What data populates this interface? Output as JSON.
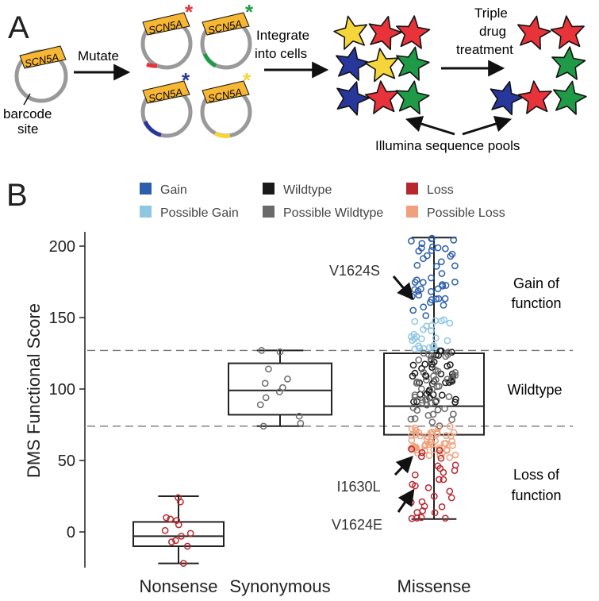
{
  "panel_a": {
    "label": "A",
    "gene": "SCN5A",
    "barcode_label_line1": "barcode",
    "barcode_label_line2": "site",
    "step_mutate": "Mutate",
    "step_integrate_line1": "Integrate",
    "step_integrate_line2": "into cells",
    "step_drug_line1": "Triple",
    "step_drug_line2": "drug",
    "step_drug_line3": "treatment",
    "sequence_pools": "Illumina sequence pools",
    "variant_colors": [
      "#e8333a",
      "#1f9b48",
      "#27379b",
      "#f6d53a"
    ],
    "plasmid_color": "#999999",
    "gene_box_color": "#f7b735"
  },
  "panel_b": {
    "label": "B",
    "legend": [
      {
        "label": "Gain",
        "color": "#2b5eab"
      },
      {
        "label": "Wildtype",
        "color": "#1a1a1a"
      },
      {
        "label": "Loss",
        "color": "#b8272d"
      },
      {
        "label": "Possible Gain",
        "color": "#8fc6e2"
      },
      {
        "label": "Possible Wildtype",
        "color": "#6a6a6a"
      },
      {
        "label": "Possible Loss",
        "color": "#f0a07c"
      }
    ],
    "region_labels": {
      "gain_line1": "Gain of",
      "gain_line2": "function",
      "wildtype": "Wildtype",
      "loss_line1": "Loss of",
      "loss_line2": "function"
    },
    "annotations": [
      "V1624S",
      "I1630L",
      "V1624E"
    ]
  },
  "chart_data": {
    "type": "box",
    "ylabel": "DMS Functional Score",
    "yticks": [
      0,
      50,
      100,
      150,
      200
    ],
    "ylim": [
      -25,
      210
    ],
    "thresholds": [
      74,
      127
    ],
    "categories": [
      "Nonsense",
      "Synonymous",
      "Missense"
    ],
    "boxes": [
      {
        "category": "Nonsense",
        "whisker_low": -22,
        "q1": -10,
        "median": -3,
        "q3": 7,
        "whisker_high": 25
      },
      {
        "category": "Synonymous",
        "whisker_low": 74,
        "q1": 82,
        "median": 99,
        "q3": 118,
        "whisker_high": 127
      },
      {
        "category": "Missense",
        "whisker_low": 9,
        "q1": 68,
        "median": 88,
        "q3": 125,
        "whisker_high": 206
      }
    ],
    "points": {
      "Nonsense": [
        24,
        21,
        10,
        9,
        8,
        5,
        1,
        -1,
        -3,
        -6,
        -7,
        -10,
        -22
      ],
      "Synonymous": [
        127,
        126,
        114,
        107,
        104,
        101,
        98,
        94,
        89,
        81,
        76,
        74
      ]
    },
    "missense_groups": [
      {
        "name": "Gain",
        "range": [
          150,
          206
        ],
        "count": 44
      },
      {
        "name": "Possible Gain",
        "range": [
          127,
          150
        ],
        "count": 26
      },
      {
        "name": "Wildtype",
        "range": [
          90,
          127
        ],
        "count": 40
      },
      {
        "name": "Possible Wildtype",
        "range": [
          74,
          127
        ],
        "count": 46
      },
      {
        "name": "Possible Loss",
        "range": [
          52,
          74
        ],
        "count": 50
      },
      {
        "name": "Loss",
        "range": [
          9,
          58
        ],
        "count": 30
      }
    ]
  }
}
